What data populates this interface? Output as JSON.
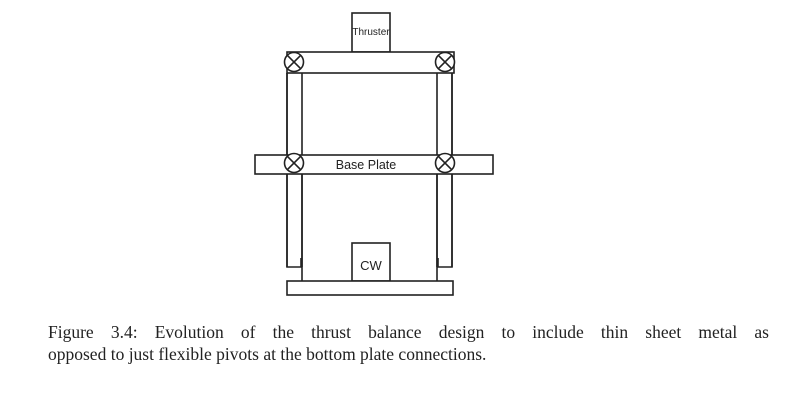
{
  "diagram": {
    "labels": {
      "thruster": "Thruster",
      "base_plate": "Base Plate",
      "counterweight": "CW"
    }
  },
  "caption": {
    "line1": "Figure 3.4:  Evolution of the thrust balance design to include thin sheet metal as",
    "line2": "opposed to just flexible pivots at the bottom plate connections."
  }
}
